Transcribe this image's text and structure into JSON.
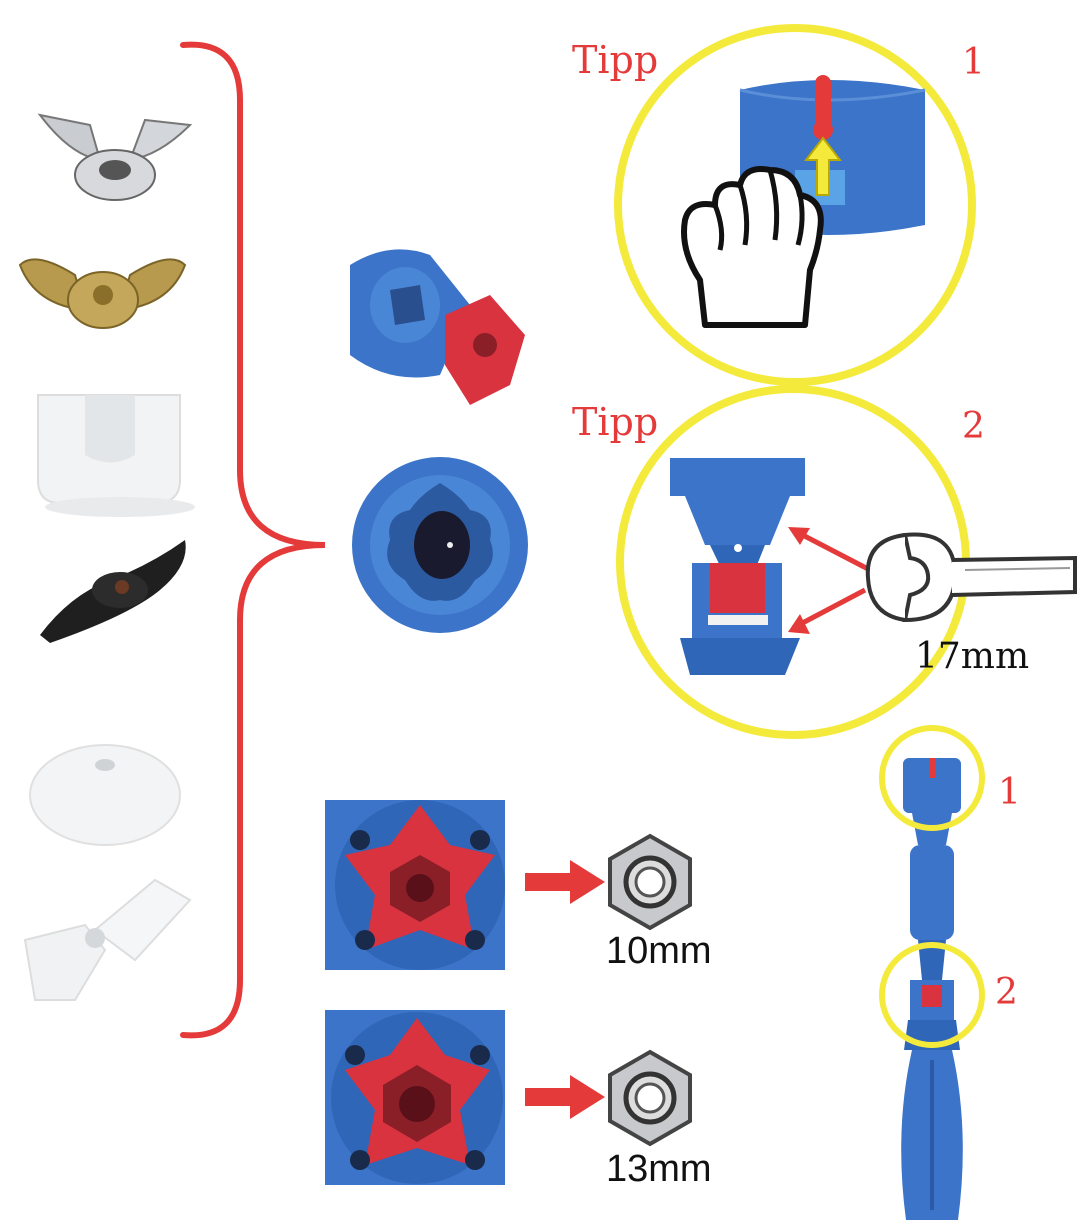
{
  "tip1": {
    "label": "Tipp",
    "number": "1"
  },
  "tip2": {
    "label": "Tipp",
    "number": "2"
  },
  "wrench_size": "17mm",
  "nut_small_size": "10mm",
  "nut_large_size": "13mm",
  "tool_marker_1": "1",
  "tool_marker_2": "2",
  "colors": {
    "accent_red": "#e53a3a",
    "highlight_yellow": "#f4ea3c",
    "tool_blue": "#3b74c8",
    "insert_red": "#d8333f"
  },
  "icons": [
    "hand-icon",
    "up-arrow-icon",
    "wrench-icon",
    "hex-nut-icon",
    "right-arrow-icon"
  ]
}
